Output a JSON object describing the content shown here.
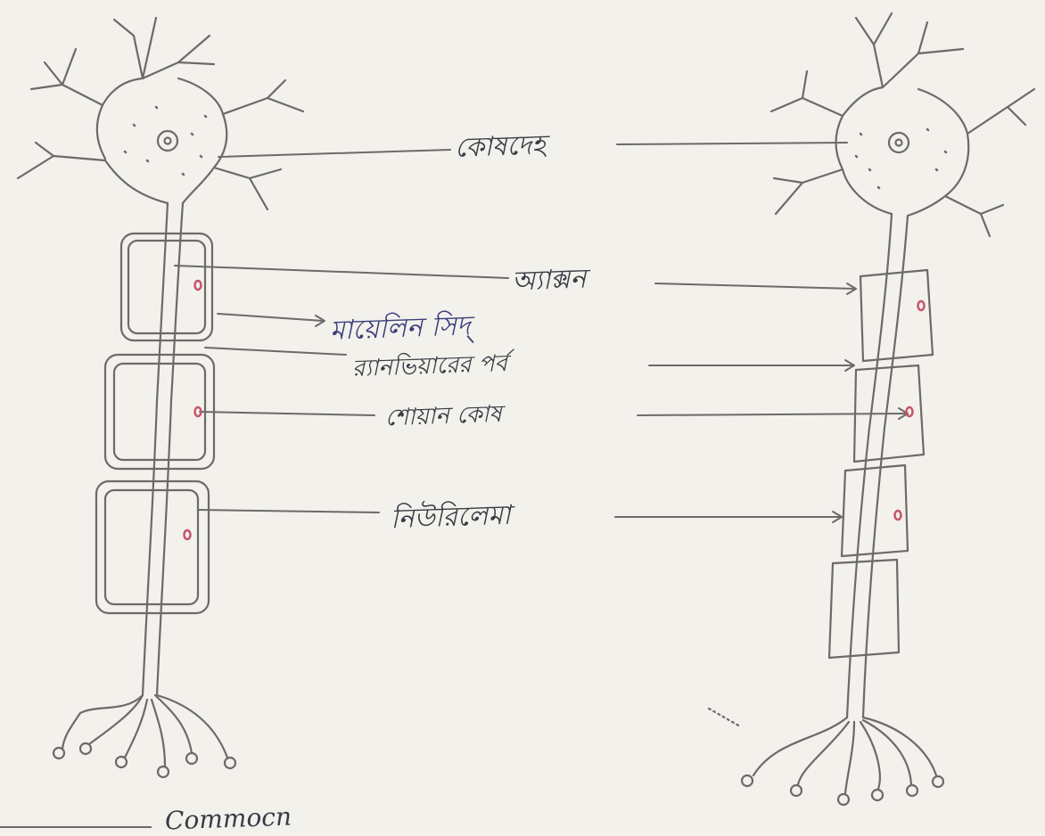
{
  "labels": {
    "cell_body": "কোষদেহ",
    "axon": "অ্যাক্সন",
    "myelin_sheath": "মায়েলিন সিদ্",
    "node_of_ranvier": "র‍্যানভিয়ারের পর্ব",
    "schwann_cell": "শোয়ান কোষ",
    "neurilemma": "নিউরিলেমা",
    "bottom_caption": "Commocn"
  },
  "colors": {
    "ink": "#6c6a6a",
    "pencil_text": "#3b3a44",
    "nucleus_red": "#c4556b",
    "paper": "#f3f1ec"
  }
}
